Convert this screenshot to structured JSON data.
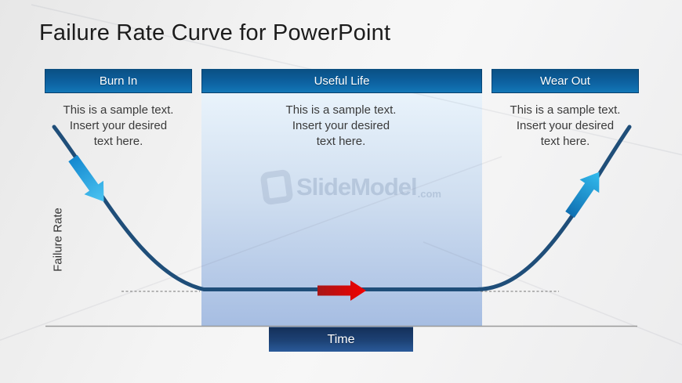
{
  "slide": {
    "title": "Failure Rate Curve for PowerPoint",
    "sections": [
      {
        "label": "Burn In",
        "lines": [
          "This is a sample text.",
          "Insert your desired",
          "text here."
        ]
      },
      {
        "label": "Useful Life",
        "lines": [
          "This is a sample text.",
          "Insert your desired",
          "text here."
        ]
      },
      {
        "label": "Wear Out",
        "lines": [
          "This is a sample text.",
          "Insert your desired",
          "text here."
        ]
      }
    ],
    "axes": {
      "y_label": "Failure Rate",
      "x_label": "Time"
    },
    "watermark": {
      "brand": "SlideModel",
      "suffix": ".com"
    },
    "colors": {
      "header_bar_top": "#0a5084",
      "header_bar_bottom": "#1277b7",
      "panel_top": "#e9f3fb",
      "panel_bottom": "#a6bde2",
      "curve": "#1f4e79",
      "time_box_top": "#14305a",
      "time_box_bottom": "#2a5a9a",
      "arrow_burn_in_start": "#1488cf",
      "arrow_burn_in_end": "#4cc5f2",
      "arrow_useful_life_start": "#a81616",
      "arrow_useful_life_end": "#f20000",
      "arrow_wear_out_start": "#1070b2",
      "arrow_wear_out_end": "#33bcee"
    }
  },
  "chart_data": {
    "type": "line",
    "title": "Failure Rate Curve (bathtub curve)",
    "xlabel": "Time",
    "ylabel": "Failure Rate",
    "axis_ticks": "none shown",
    "legend": "none",
    "phases": [
      {
        "name": "Burn In",
        "trend": "decreasing failure rate",
        "marker": "cyan arrow pointing down-right along curve"
      },
      {
        "name": "Useful Life",
        "trend": "constant low failure rate",
        "marker": "red arrow pointing right on flat segment"
      },
      {
        "name": "Wear Out",
        "trend": "increasing failure rate",
        "marker": "blue arrow pointing up-right along curve"
      }
    ],
    "shape": "curve starts high, falls steeply during Burn In, stays flat and low through Useful Life (highlighted band), rises steeply during Wear Out; dashed guide lines mark the flat level outside the band"
  }
}
